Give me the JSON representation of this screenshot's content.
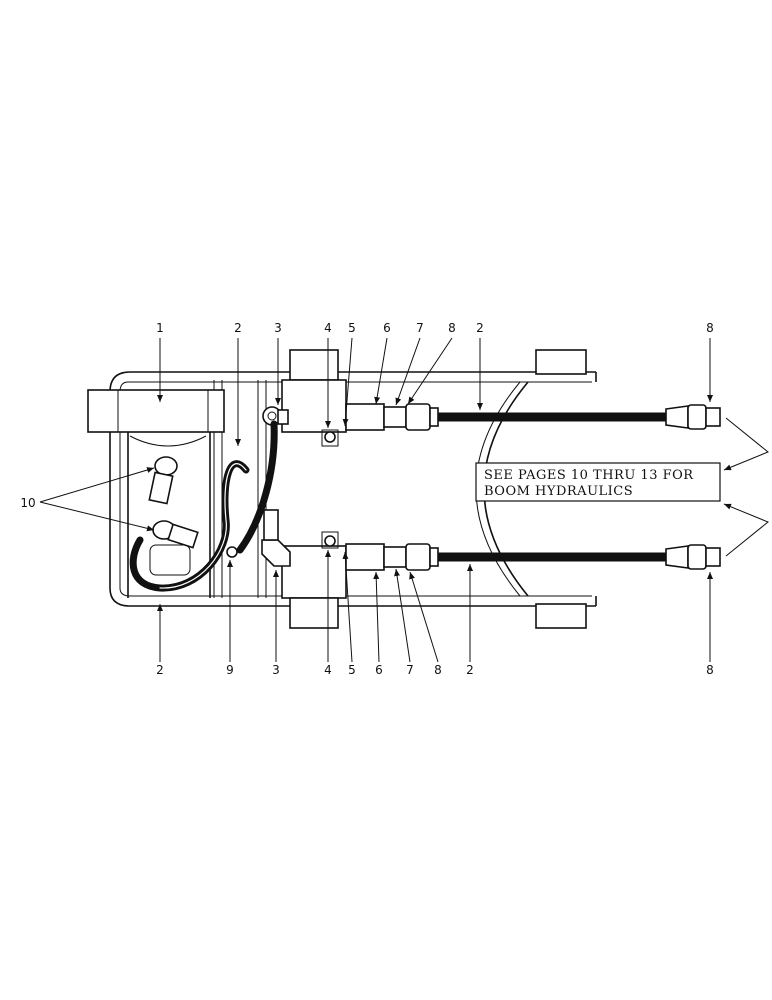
{
  "note": {
    "line1": "SEE PAGES 10 THRU 13 FOR",
    "line2": "BOOM HYDRAULICS"
  },
  "callouts": {
    "top": [
      "1",
      "2",
      "3",
      "4",
      "5",
      "6",
      "7",
      "8",
      "2",
      "8"
    ],
    "left": [
      "10"
    ],
    "bottom": [
      "2",
      "9",
      "3",
      "4",
      "5",
      "6",
      "7",
      "8",
      "2",
      "8"
    ]
  }
}
